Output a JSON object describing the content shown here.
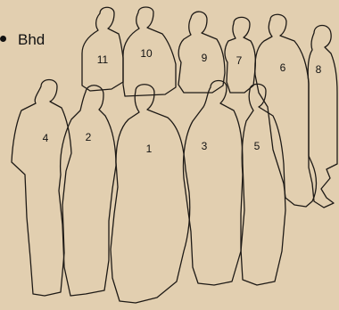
{
  "caption": "Bhd",
  "colors": {
    "background": "#e2cfb0",
    "outline": "#1e1a16"
  },
  "people": [
    {
      "id": "11",
      "number": "11"
    },
    {
      "id": "10",
      "number": "10"
    },
    {
      "id": "9",
      "number": "9"
    },
    {
      "id": "7",
      "number": "7"
    },
    {
      "id": "6",
      "number": "6"
    },
    {
      "id": "8",
      "number": "8"
    },
    {
      "id": "4",
      "number": "4"
    },
    {
      "id": "2",
      "number": "2"
    },
    {
      "id": "1",
      "number": "1"
    },
    {
      "id": "3",
      "number": "3"
    },
    {
      "id": "5",
      "number": "5"
    }
  ]
}
